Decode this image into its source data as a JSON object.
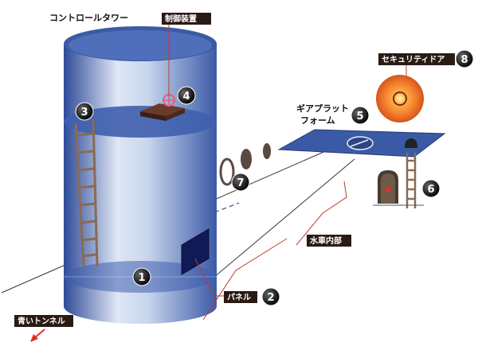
{
  "labels": {
    "control_tower": "コントロールタワー",
    "control_device": "制御装置",
    "gear_platform_line1": "ギアプラット",
    "gear_platform_line2": "フォーム",
    "security_door": "セキュリティドア",
    "waterwheel_interior": "水車内部",
    "panel": "パネル",
    "blue_tunnel": "青いトンネル"
  },
  "markers": {
    "m1": "1",
    "m2": "2",
    "m3": "3",
    "m4": "4",
    "m5": "5",
    "m6": "6",
    "m7": "7",
    "m8": "8"
  },
  "colors": {
    "tower_blue": "#3f5fae",
    "tag_bg": "#2a1a14",
    "leader_red": "#c0392b",
    "ladder_brown": "#8a6a55",
    "door_orange": "#f08a3a"
  }
}
